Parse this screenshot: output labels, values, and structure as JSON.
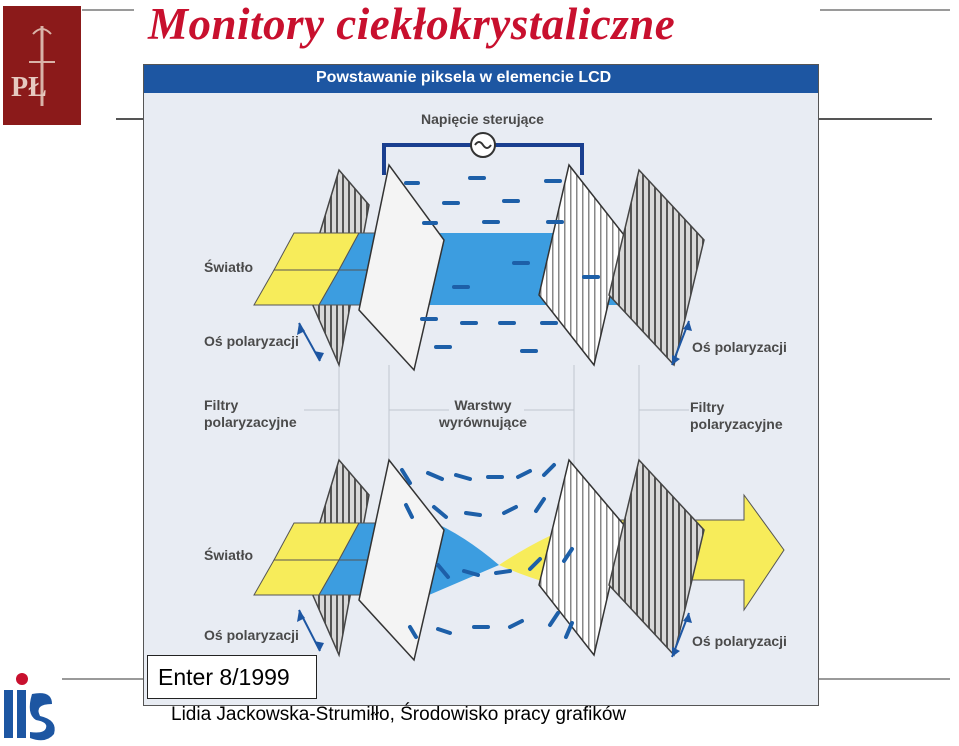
{
  "slide_title": "Monitory ciekłokrystaliczne",
  "figure": {
    "header": "Powstawanie piksela w elemencie LCD",
    "voltage_label": "Napięcie sterujące",
    "light_label_top": "Światło",
    "light_label_bottom": "Światło",
    "axis_label_top_left": "Oś polaryzacji",
    "axis_label_top_right": "Oś polaryzacji",
    "axis_label_bottom_left": "Oś polaryzacji",
    "axis_label_bottom_right": "Oś polaryzacji",
    "filters_left": [
      "Filtry",
      "polaryzacyjne"
    ],
    "alignment_layers": [
      "Warstwy",
      "wyrównujące"
    ],
    "filters_right": [
      "Filtry",
      "polaryzacyjne"
    ],
    "colors": {
      "header_blue": "#1d56a2",
      "light_yellow": "#f7ec5a",
      "light_blue": "#3c9de0",
      "molecule_blue": "#1d5fa8",
      "wire_blue": "#1a3f8f"
    }
  },
  "source_box": "Enter 8/1999",
  "footer": "Lidia Jackowska-Strumiłło,  Środowisko pracy grafików",
  "logo_pl_text": "PŁ"
}
